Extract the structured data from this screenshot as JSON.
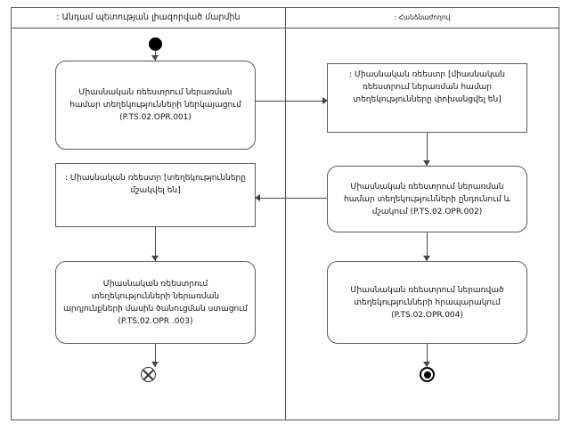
{
  "diagram": {
    "type": "uml-activity-diagram",
    "lanes": [
      {
        "id": "lane-left",
        "title": ": Անդամ պետության լիազորված մարմին"
      },
      {
        "id": "lane-right",
        "title": ": Հանձնաժողով"
      }
    ],
    "nodes": [
      {
        "id": "start",
        "kind": "initial-node",
        "lane": "lane-left",
        "label": ""
      },
      {
        "id": "action-001",
        "kind": "action",
        "lane": "lane-left",
        "label": "Միասնական ռեեստրում ներառման համար տեղեկությունների ներկայացում (P.TS.02.OPR.001)"
      },
      {
        "id": "object-transferred",
        "kind": "object",
        "lane": "lane-right",
        "label": ": Միասնական ռեեստր [միասնական ռեեստրում ներառման համար տեղեկությունները փոխանցվել են]"
      },
      {
        "id": "action-002",
        "kind": "action",
        "lane": "lane-right",
        "label": "Միասնական ռեեստրում ներառման համար տեղեկությունների ընդունում և մշակում (P.TS.02.OPR.002)"
      },
      {
        "id": "object-processed",
        "kind": "object",
        "lane": "lane-left",
        "label": ": Միասնական ռեեստր [տեղեկությունները մշակվել են]"
      },
      {
        "id": "action-003",
        "kind": "action",
        "lane": "lane-left",
        "label": "Միասնական ռեեստրում տեղեկությունների ներառման արդյունքների մասին ծանուցման ստացում (P.TS.02.OPR .003)"
      },
      {
        "id": "action-004",
        "kind": "action",
        "lane": "lane-right",
        "label": "Միասնական ռեեստրում ներառված տեղեկությունների հրապարակում (P.TS.02.OPR.004)"
      },
      {
        "id": "flow-final",
        "kind": "flow-final-node",
        "lane": "lane-left",
        "label": ""
      },
      {
        "id": "activity-final",
        "kind": "activity-final-node",
        "lane": "lane-right",
        "label": ""
      }
    ],
    "edges": [
      {
        "from": "start",
        "to": "action-001",
        "label": ""
      },
      {
        "from": "action-001",
        "to": "object-transferred",
        "label": ""
      },
      {
        "from": "object-transferred",
        "to": "action-002",
        "label": ""
      },
      {
        "from": "action-002",
        "to": "object-processed",
        "label": ""
      },
      {
        "from": "object-processed",
        "to": "action-003",
        "label": ""
      },
      {
        "from": "action-002",
        "to": "action-004",
        "label": ""
      },
      {
        "from": "action-003",
        "to": "flow-final",
        "label": ""
      },
      {
        "from": "action-004",
        "to": "activity-final",
        "label": ""
      }
    ],
    "colors": {
      "border": "#555555",
      "node_border": "#5a5a5a",
      "edge": "#444444",
      "background": "#ffffff",
      "text": "#111111"
    }
  }
}
